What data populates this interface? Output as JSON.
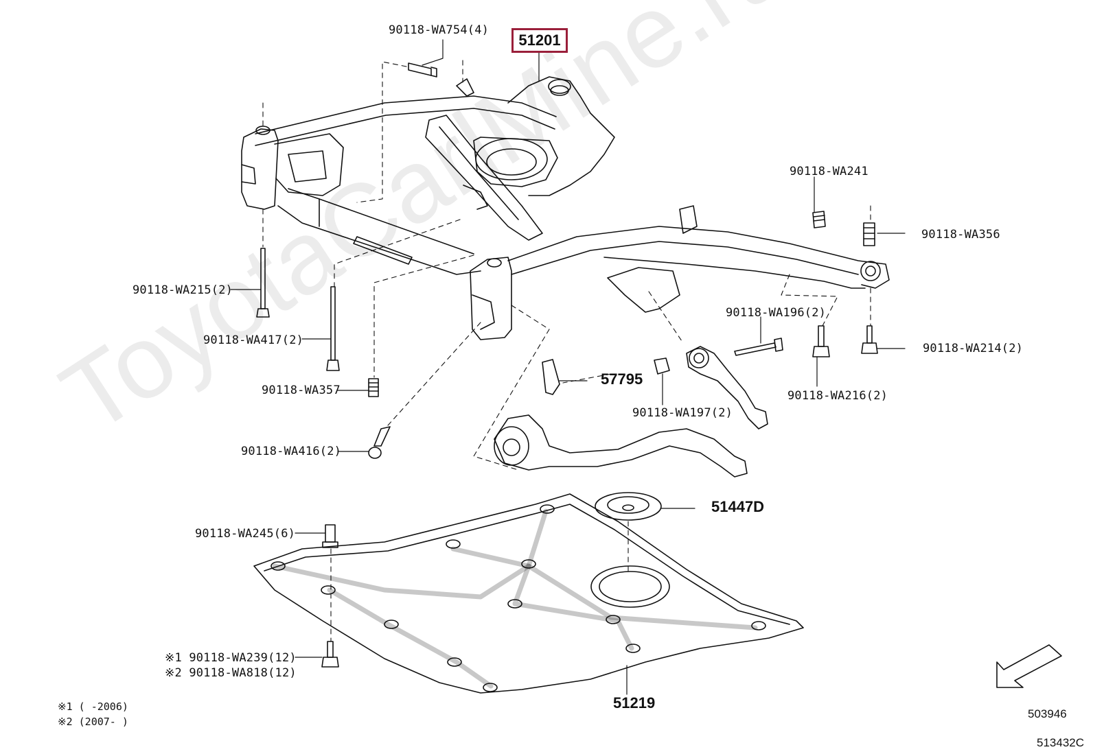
{
  "diagram": {
    "highlighted_part": "51201",
    "watermark": "ToyotaCarlMine.ru",
    "labels": {
      "wa754": "90118-WA754(4)",
      "wa241": "90118-WA241",
      "wa356": "90118-WA356",
      "wa215": "90118-WA215(2)",
      "wa196": "90118-WA196(2)",
      "wa417": "90118-WA417(2)",
      "wa214": "90118-WA214(2)",
      "p57795": "57795",
      "wa357": "90118-WA357",
      "wa216": "90118-WA216(2)",
      "wa197": "90118-WA197(2)",
      "wa416": "90118-WA416(2)",
      "p51447d": "51447D",
      "wa245": "90118-WA245(6)",
      "wa239": "※1 90118-WA239(12)",
      "wa818": "※2 90118-WA818(12)",
      "p51219": "51219"
    },
    "notes": {
      "note1": "※1 (     -2006)",
      "note2": "※2 (2007-     )"
    },
    "codes": {
      "code1": "503946",
      "code2": "513432C"
    }
  }
}
